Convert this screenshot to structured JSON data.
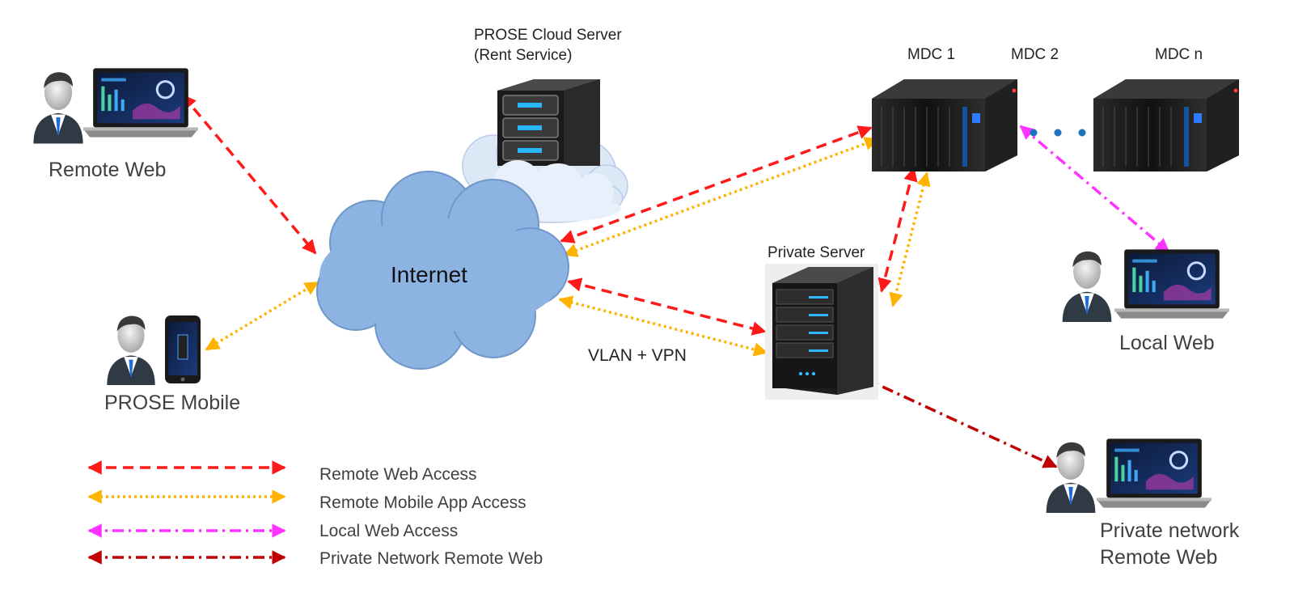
{
  "nodes": {
    "remote_web": "Remote Web",
    "prose_mobile": "PROSE Mobile",
    "cloud_server_line1": "PROSE Cloud Server",
    "cloud_server_line2": "(Rent Service)",
    "internet": "Internet",
    "mdc1": "MDC 1",
    "mdc2": "MDC 2",
    "mdcn": "MDC n",
    "private_server": "Private Server",
    "local_web": "Local Web",
    "private_remote_line1": "Private network",
    "private_remote_line2": "Remote Web",
    "vlan_vpn": "VLAN + VPN"
  },
  "legend": [
    {
      "label": "Remote Web Access",
      "style": "dashed",
      "color": "#ff1a1a"
    },
    {
      "label": "Remote Mobile App Access",
      "style": "dotted",
      "color": "#ffb300"
    },
    {
      "label": "Local Web Access",
      "style": "dashdot",
      "color": "#ff33ff"
    },
    {
      "label": "Private Network Remote Web",
      "style": "dashdot",
      "color": "#c00000"
    }
  ],
  "colors": {
    "remote_web": "#ff1a1a",
    "mobile_app": "#ffb300",
    "local_web": "#ff33ff",
    "private_network": "#c00000",
    "cloud": "#8db3e2"
  }
}
